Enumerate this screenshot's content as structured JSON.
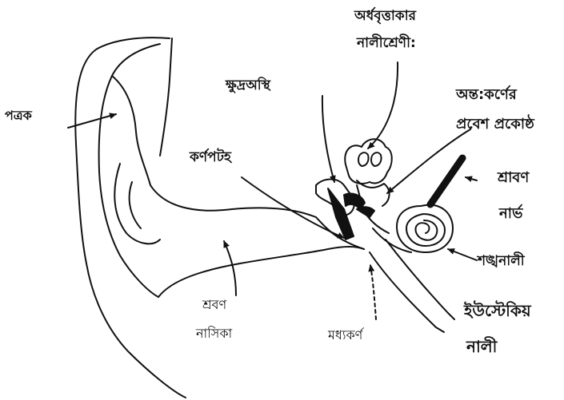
{
  "labels": {
    "pinna": "পত্রক",
    "semicircular_line1": "অর্ধবৃত্তাকার",
    "semicircular_line2": "নালীশ্রেণী:",
    "ossicles": "ক্ষুদ্রঅস্থি",
    "vestibule_line1": "অন্ত:কর্ণের",
    "vestibule_line2": "প্রবেশ প্রকোষ্ঠ",
    "eardrum": "কর্ণপটহ",
    "auditory_nerve_line1": "শ্রাবণ",
    "auditory_nerve_line2": "নার্ভ",
    "cochlea": "শঙ্খনালী",
    "canal_line1": "শ্রবণ",
    "canal_line2": "নাসিকা",
    "middle_ear": "মধ্যকর্ণ",
    "eustachian_line1": "ইউস্টেকিয়",
    "eustachian_line2": "নালী"
  },
  "colors": {
    "ink": "#111111",
    "background": "#ffffff"
  }
}
